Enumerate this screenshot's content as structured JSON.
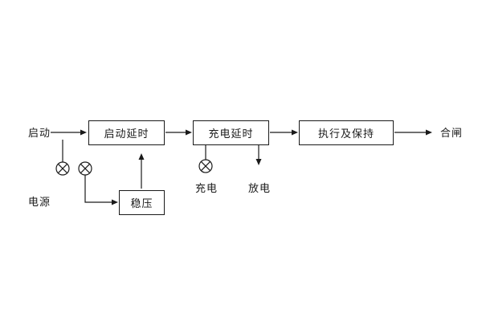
{
  "diagram": {
    "nodes": {
      "start_label": "启动",
      "start_delay_box": "启动延时",
      "charge_delay_box": "充电延时",
      "execute_hold_box": "执行及保持",
      "close_label": "合闸",
      "power_label": "电源",
      "regulator_box": "稳压",
      "charge_label": "充电",
      "discharge_label": "放电"
    },
    "icons": {
      "lamp_power_1": "circle-x-lamp-icon",
      "lamp_power_2": "circle-x-lamp-icon",
      "lamp_charge": "circle-x-lamp-icon"
    },
    "colors": {
      "line": "#1a1a1a",
      "text": "#1a1a1a",
      "background": "#ffffff"
    }
  }
}
